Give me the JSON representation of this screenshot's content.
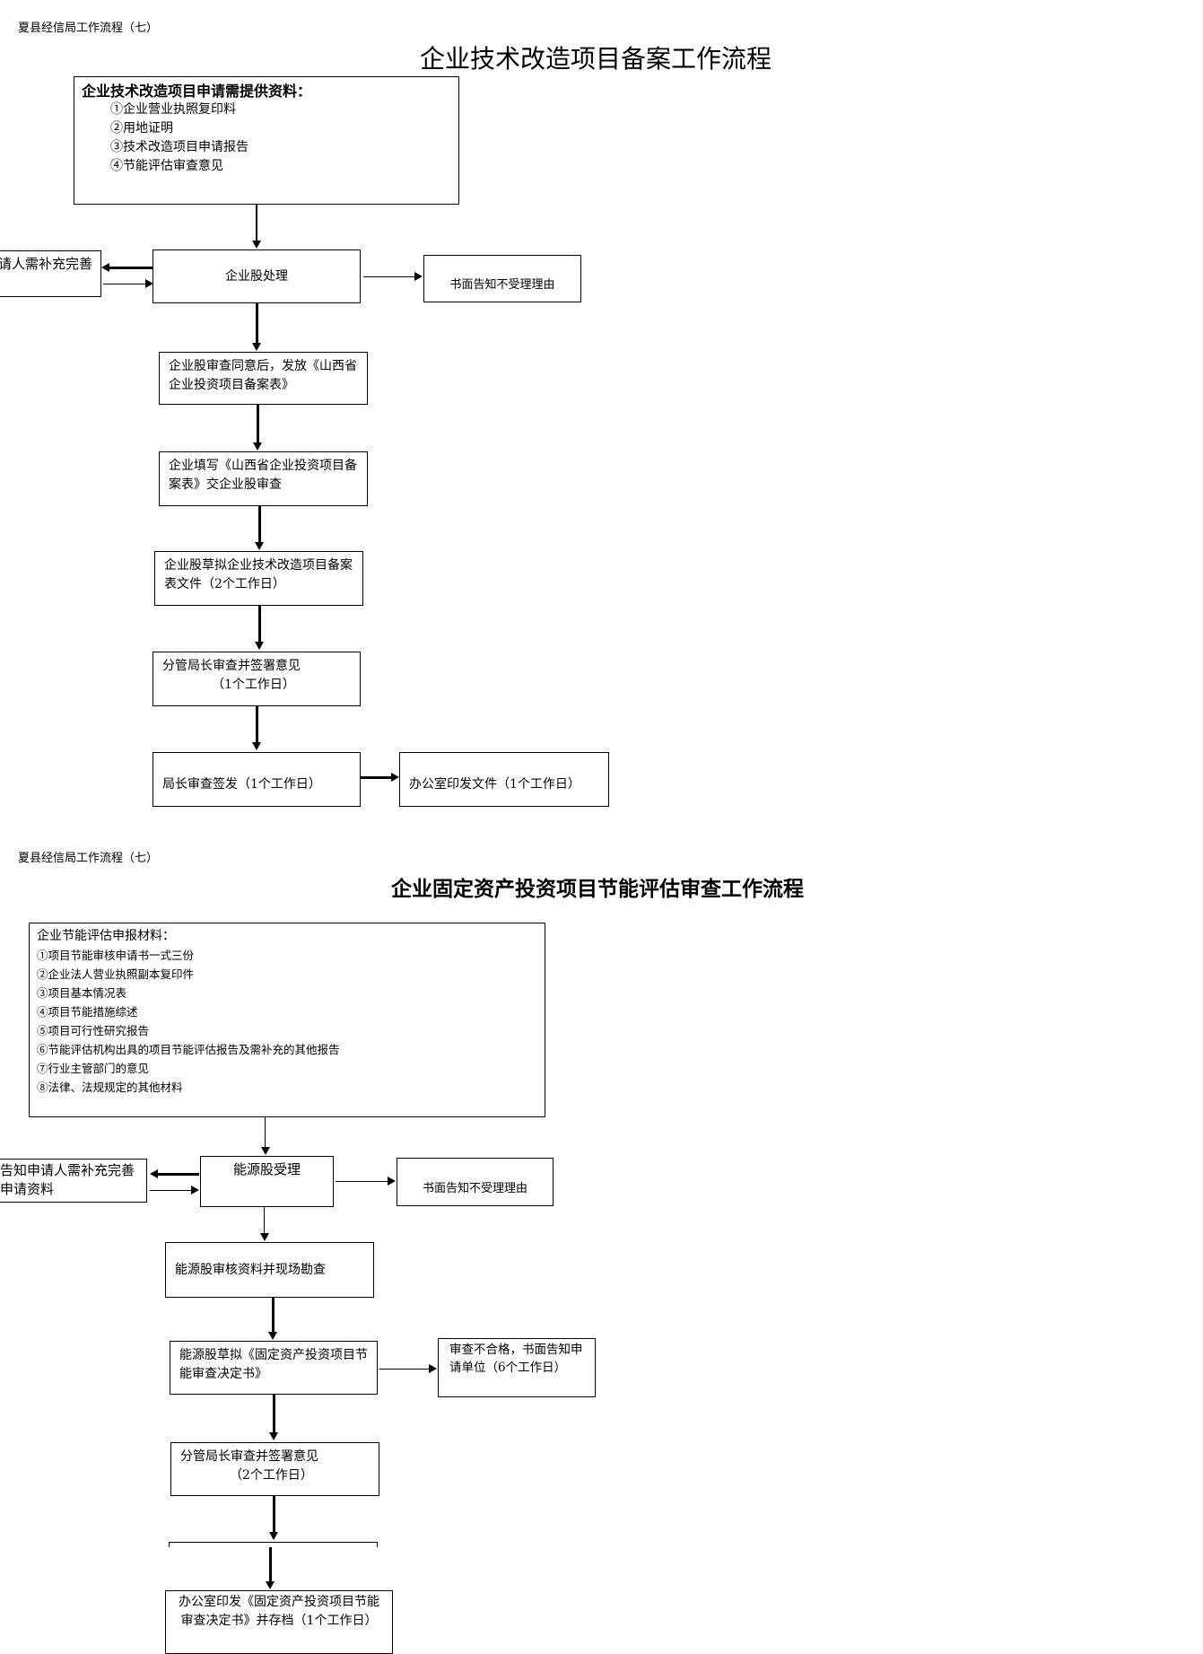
{
  "flow1": {
    "header": "夏县经信局工作流程（七）",
    "title": "企业技术改造项目备案工作流程",
    "materials": {
      "heading": "企业技术改造项目申请需提供资料：",
      "items": [
        "①企业营业执照复印料",
        "②用地证明",
        "③技术改造项目申请报告",
        "④节能评估审查意见"
      ]
    },
    "process": "企业股处理",
    "supplement": "请人需补充完善",
    "reject": "书面告知不受理理由",
    "steps": [
      "企业股审查同意后，发放《山西省企业投资项目备案表》",
      "企业填写《山西省企业投资项目备案表》交企业股审查",
      "企业股草拟企业技术改造项目备案表文件（2个工作日）",
      "分管局长审查并签署意见（1个工作日）",
      "局长审查签发（1个工作日）"
    ],
    "step4_line1": "分管局长审查并签署意见",
    "step4_line2": "（1个工作日）",
    "final": "办公室印发文件（1个工作日）"
  },
  "flow2": {
    "header": "夏县经信局工作流程（七）",
    "title": "企业固定资产投资项目节能评估审查工作流程",
    "materials": {
      "heading": "企业节能评估申报材料：",
      "items": [
        "①项目节能审核申请书一式三份",
        "②企业法人营业执照副本复印件",
        "③项目基本情况表",
        "④项目节能措施综述",
        "⑤项目可行性研究报告",
        "⑥节能评估机构出具的项目节能评估报告及需补充的其他报告",
        "⑦行业主管部门的意见",
        "⑧法律、法规规定的其他材料"
      ]
    },
    "accept": "能源股受理",
    "supplement": "告知申请人需补充完善申请资料",
    "reject": "书面告知不受理理由",
    "review": "能源股审核资料并现场勘查",
    "draft": "能源股草拟《固定资产投资项目节能审查决定书》",
    "fail": "审查不合格，书面告知申请单位（6个工作日）",
    "deputy_line1": "分管局长审查并签署意见",
    "deputy_line2": "（2个工作日）",
    "final": "办公室印发《固定资产投资项目节能审查决定书》并存档（1个工作日）"
  }
}
